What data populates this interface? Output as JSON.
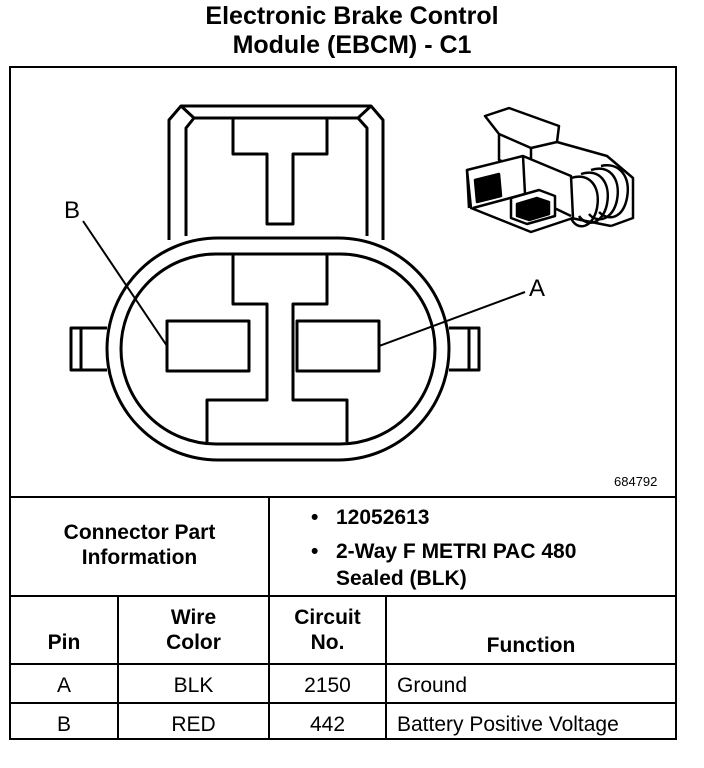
{
  "title": {
    "line1": "Electronic Brake Control",
    "line2": "Module (EBCM) - C1"
  },
  "diagram": {
    "label_b": "B",
    "label_a": "A",
    "figure_code": "684792"
  },
  "connector_info": {
    "heading_line1": "Connector Part",
    "heading_line2": "Information",
    "bullets": [
      {
        "symbol": "•",
        "line1": "12052613",
        "line2": ""
      },
      {
        "symbol": "•",
        "line1": "2-Way F METRI PAC 480",
        "line2": "Sealed (BLK)"
      }
    ]
  },
  "pin_table": {
    "headers": {
      "pin": "Pin",
      "wire_color_line1": "Wire",
      "wire_color_line2": "Color",
      "circuit_line1": "Circuit",
      "circuit_line2": "No.",
      "function": "Function"
    },
    "rows": [
      {
        "pin": "A",
        "wire_color": "BLK",
        "circuit": "2150",
        "function": "Ground"
      },
      {
        "pin": "B",
        "wire_color": "RED",
        "circuit": "442",
        "function": "Battery Positive Voltage"
      }
    ]
  }
}
